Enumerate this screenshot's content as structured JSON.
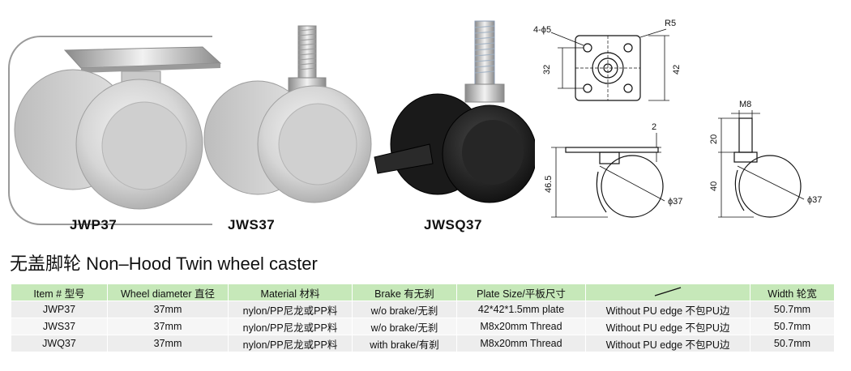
{
  "models": {
    "jwp": "JWP37",
    "jws": "JWS37",
    "jwsq": "JWSQ37"
  },
  "drawing": {
    "holes": "4-ϕ5",
    "radius": "R5",
    "plate_inner": "32",
    "plate_outer": "42",
    "thickness": "2",
    "height_plate": "46.5",
    "wheel_dia_1": "ϕ37",
    "thread": "M8",
    "stem_len": "20",
    "stem_body": "40",
    "wheel_dia_2": "ϕ37"
  },
  "heading": "无盖脚轮 Non–Hood Twin wheel caster",
  "table": {
    "headers": [
      "Item # 型号",
      "Wheel diameter 直径",
      "Material 材料",
      "Brake 有无刹",
      "Plate Size/平板尺寸",
      "",
      "Width 轮宽"
    ],
    "rows": [
      [
        "JWP37",
        "37mm",
        "nylon/PP尼龙或PP料",
        "w/o brake/无刹",
        "42*42*1.5mm plate",
        "Without PU edge 不包PU边",
        "50.7mm"
      ],
      [
        "JWS37",
        "37mm",
        "nylon/PP尼龙或PP料",
        "w/o brake/无刹",
        "M8x20mm Thread",
        "Without PU edge 不包PU边",
        "50.7mm"
      ],
      [
        "JWQ37",
        "37mm",
        "nylon/PP尼龙或PP料",
        "with brake/有刹",
        "M8x20mm Thread",
        "Without PU edge 不包PU边",
        "50.7mm"
      ]
    ]
  }
}
